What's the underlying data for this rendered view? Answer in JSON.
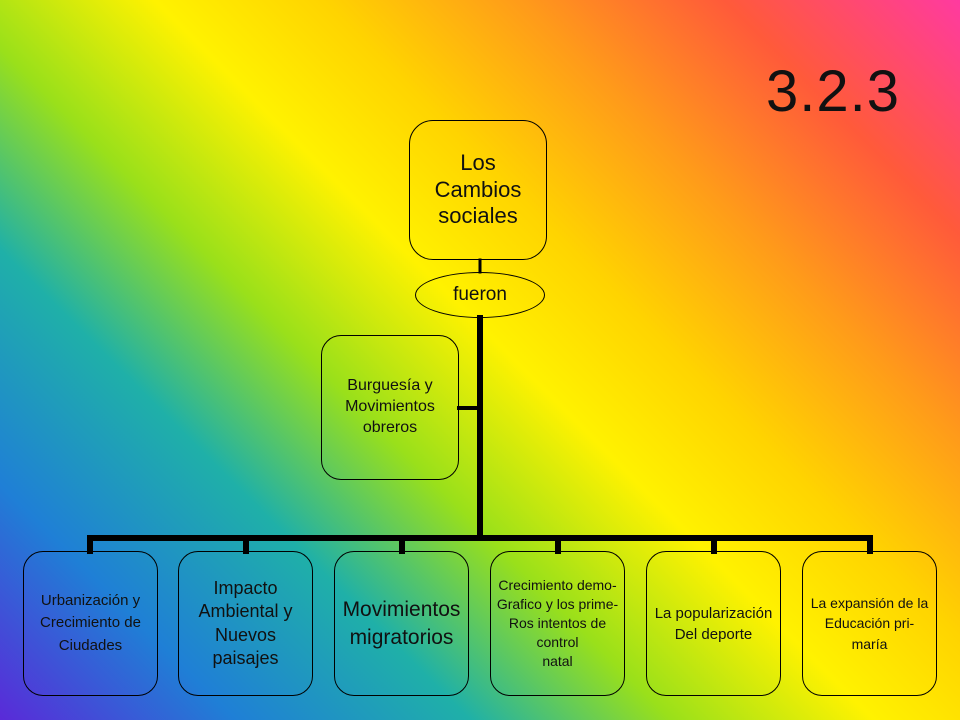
{
  "slide": {
    "number": "3.2.3",
    "background": {
      "gradient_colors": [
        "#5a2ad8",
        "#1fb0a8",
        "#fff200",
        "#ff9a1a",
        "#ff3aa0"
      ]
    }
  },
  "root": {
    "label": "Los\nCambios\nsociales"
  },
  "connector": {
    "label": "fueron"
  },
  "side": {
    "label": "Burguesía y\nMovimientos\nobreros"
  },
  "children": [
    {
      "label": "Urbanización y\nCrecimiento de\nCiudades"
    },
    {
      "label": "Impacto\nAmbiental y\nNuevos\npaisajes"
    },
    {
      "label": "Movimientos\nmigratorios"
    },
    {
      "label": "Crecimiento demo-\nGrafico y los prime-\nRos intentos de control\nnatal"
    },
    {
      "label": "La popularización\nDel deporte"
    },
    {
      "label": "La expansión de la\nEducación pri-\nmaría"
    }
  ],
  "colors": {
    "line": "#000000",
    "text": "#111111"
  }
}
